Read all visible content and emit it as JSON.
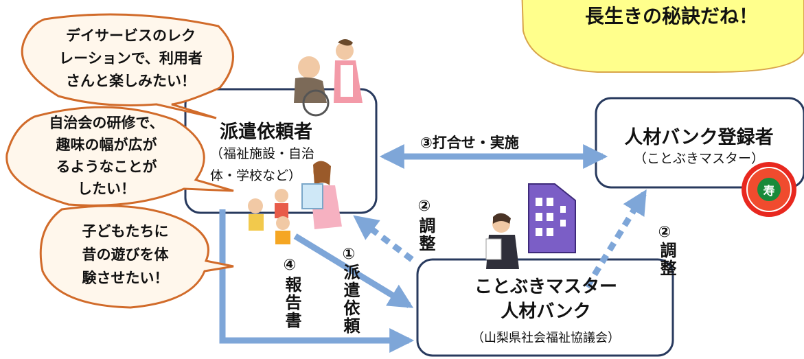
{
  "top_bubble": {
    "text": "長生きの秘訣だね！"
  },
  "speech_bubbles": [
    {
      "lines": [
        "デイサービスのレク",
        "レーションで、利用者",
        "さんと楽しみたい！"
      ]
    },
    {
      "lines": [
        "自治会の研修で、",
        "趣味の幅が広が",
        "るようなことが",
        "したい！"
      ]
    },
    {
      "lines": [
        "子どもたちに",
        "昔の遊びを体",
        "験させたい！"
      ]
    }
  ],
  "requester": {
    "title": "派遣依頼者",
    "sub_lines": [
      "（福祉施設・自治",
      "体・学校など）"
    ]
  },
  "registrant": {
    "title": "人材バンク登録者",
    "sub": "（ことぶきマスター）",
    "seal": "寿"
  },
  "bank": {
    "title_lines": [
      "ことぶきマスター",
      "人材バンク"
    ],
    "sub": "（山梨県社会福祉協議会）"
  },
  "steps": {
    "s3": "③打合せ・実施",
    "s1_num": "①",
    "s1_text": "派遣依頼",
    "s4_num": "④",
    "s4_text": "報告書",
    "s2a_num": "②",
    "s2a_text": "調整",
    "s2b_num": "②",
    "s2b_text": "調整"
  },
  "colors": {
    "arrow": "#7ea6d8",
    "box_border": "#283a5e",
    "bubble_fill": "#fff7ec",
    "bubble_stroke": "#d16b2a",
    "top_bubble_fill": "#ffff8c",
    "building": "#7b5ec6",
    "seal_red": "#e8281f",
    "seal_green": "#1a8a3a"
  }
}
